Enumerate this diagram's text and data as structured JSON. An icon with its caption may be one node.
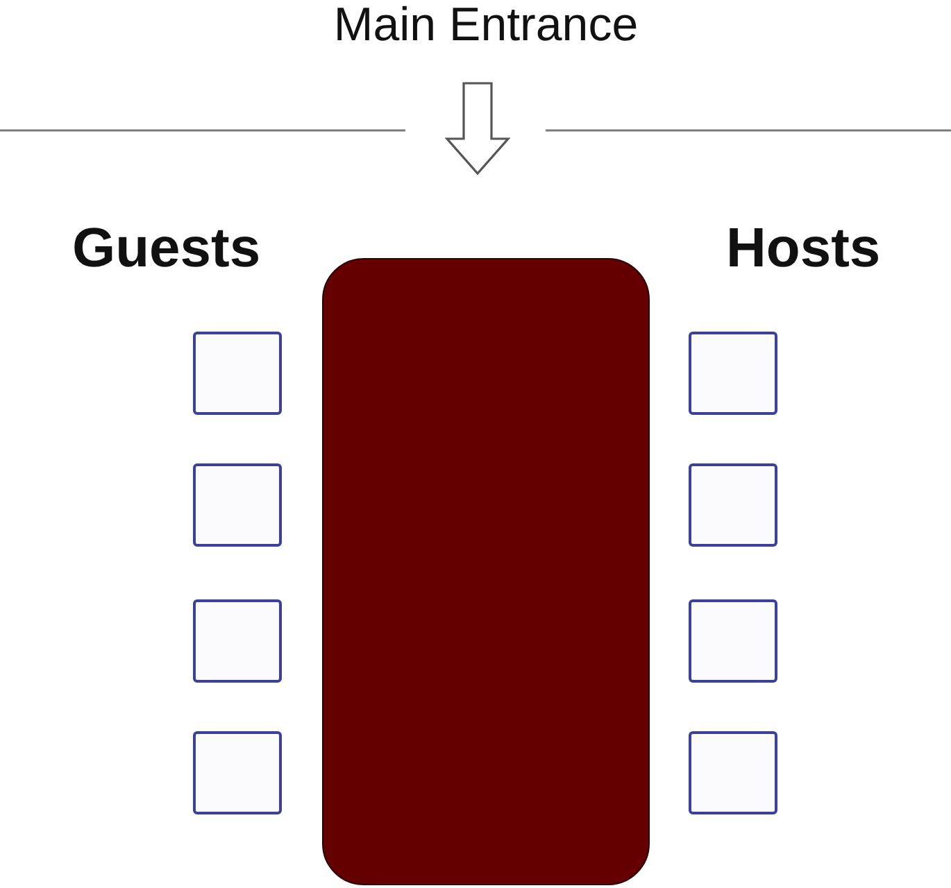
{
  "diagram": {
    "nodes": [
      {
        "text": [],
        "shape": "box"
      },
      {
        "text": [],
        "shape": "box"
      },
      {
        "text": [],
        "shape": "box"
      },
      {
        "text": [],
        "shape": "box"
      },
      {
        "text": [],
        "shape": "box"
      },
      {
        "text": [],
        "shape": "box"
      },
      {
        "text": [],
        "shape": "box"
      },
      {
        "text": [],
        "shape": "box"
      },
      {
        "text": [],
        "shape": "box"
      }
    ],
    "labels": [
      "Main Entrance",
      "Guests",
      "Hosts"
    ]
  }
}
